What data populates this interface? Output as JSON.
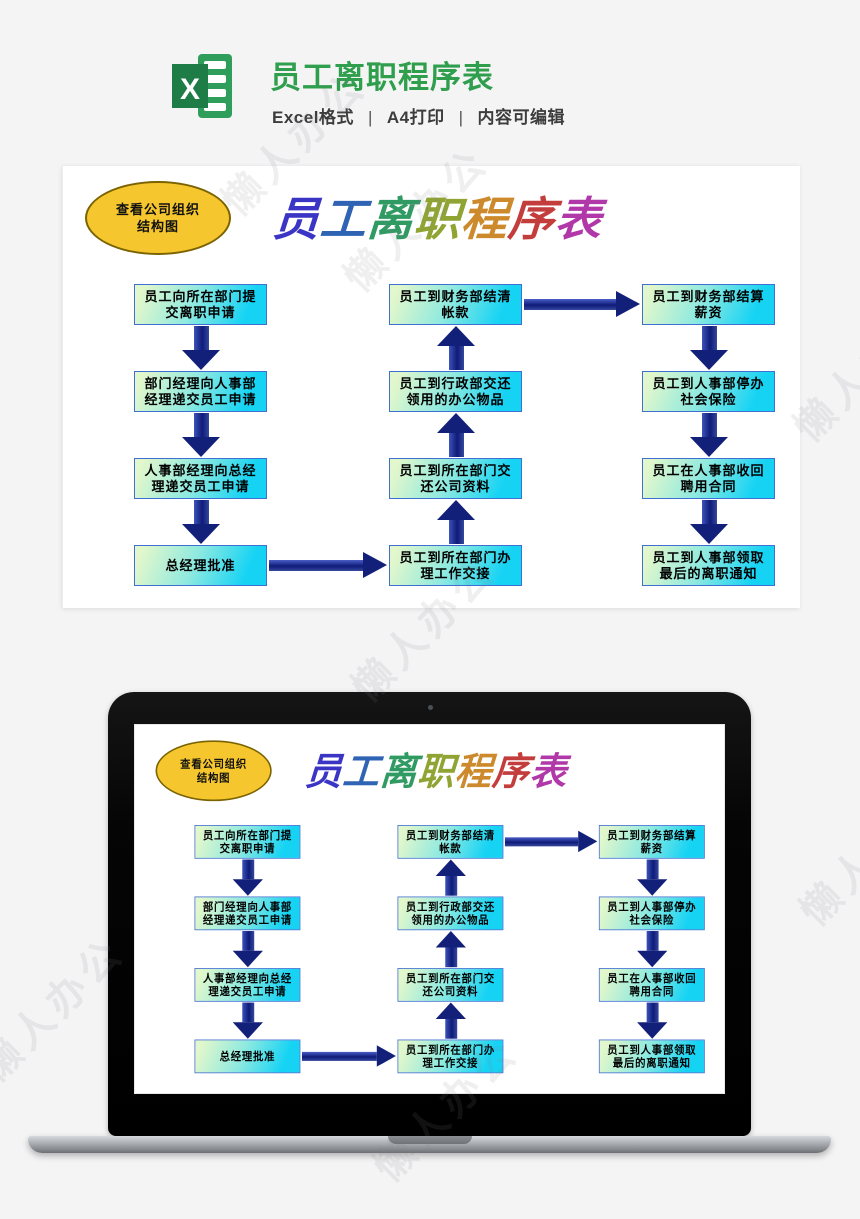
{
  "page": {
    "background": "#f4f4f5",
    "watermark_text": "懒人办公"
  },
  "header": {
    "icon": "excel-icon",
    "title": "员工离职程序表",
    "title_color": "#2f9e4d",
    "separator": "|",
    "features": [
      "Excel格式",
      "A4打印",
      "内容可编辑"
    ]
  },
  "flowchart": {
    "badge_label": "查看公司组织\n结构图",
    "title": "员工离职程序表",
    "title_chars": [
      {
        "ch": "员",
        "color": "#3a35c4"
      },
      {
        "ch": "工",
        "color": "#2f63b4"
      },
      {
        "ch": "离",
        "color": "#2f9a62"
      },
      {
        "ch": "职",
        "color": "#8fa433"
      },
      {
        "ch": "程",
        "color": "#cd8a2c"
      },
      {
        "ch": "序",
        "color": "#c43d3d"
      },
      {
        "ch": "表",
        "color": "#b038a8"
      }
    ],
    "columns": [
      {
        "id": "left",
        "flow": "down",
        "boxes": [
          "员工向所在部门提交离职申请",
          "部门经理向人事部经理递交员工申请",
          "人事部经理向总经理递交员工申请",
          "总经理批准"
        ]
      },
      {
        "id": "middle",
        "flow": "up",
        "boxes": [
          "员工到财务部结清帐款",
          "员工到行政部交还领用的办公物品",
          "员工到所在部门交还公司资料",
          "员工到所在部门办理工作交接"
        ]
      },
      {
        "id": "right",
        "flow": "down",
        "boxes": [
          "员工到财务部结算薪资",
          "员工到人事部停办社会保险",
          "员工在人事部收回聘用合同",
          "员工到人事部领取最后的离职通知"
        ]
      }
    ],
    "colors": {
      "box_gradient_start": "#e2f7cb",
      "box_gradient_end": "#16d3f4",
      "box_border": "#3f6fd1",
      "arrow": "#13207a",
      "badge_fill": "#f6c62e",
      "badge_border": "#7a6300"
    }
  }
}
